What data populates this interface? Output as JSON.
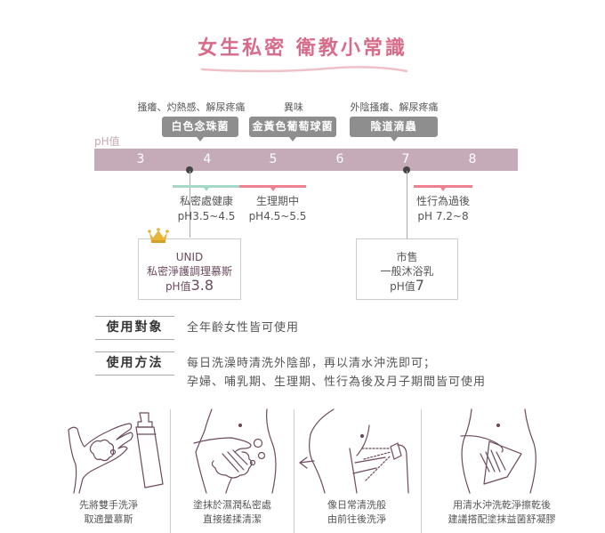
{
  "title": "女生私密 衛教小常識",
  "colors": {
    "title": "#d96b8a",
    "swoosh": "#f0c0c8",
    "bar": "#c4abb7",
    "tag_bg": "#8e8e8e",
    "healthy_range": "#a4d8c8",
    "pink_range": "#ee8090",
    "dot": "#444444",
    "ph_label": "#c8a8b4",
    "product_text": "#6b4a5e",
    "crown": "#e6b53a",
    "illustration": "#6d4a5e"
  },
  "ph_axis": {
    "label": "pH值",
    "ticks": [
      "3",
      "4",
      "5",
      "6",
      "7",
      "8"
    ]
  },
  "infections": [
    {
      "symptom": "搔癢、灼熱感、解尿疼痛",
      "name": "白色念珠菌"
    },
    {
      "symptom": "異味",
      "name": "金黃色葡萄球菌"
    },
    {
      "symptom": "外陰搔癢、解尿疼痛",
      "name": "陰道滴蟲"
    }
  ],
  "ranges": [
    {
      "label": "私密處健康",
      "value": "pH3.5~4.5"
    },
    {
      "label": "生理期中",
      "value": "pH4.5~5.5"
    },
    {
      "label": "性行為過後",
      "value": "pH 7.2~8"
    }
  ],
  "products": [
    {
      "brand": "UNID",
      "name": "私密淨護調理慕斯",
      "ph_prefix": "pH值",
      "ph_value": "3.8",
      "icon": "crown-icon"
    },
    {
      "brand": "市售",
      "name": "一般沐浴乳",
      "ph_prefix": "pH值",
      "ph_value": "7"
    }
  ],
  "usage": [
    {
      "heading": "使用對象",
      "lines": [
        "全年齡女性皆可使用"
      ]
    },
    {
      "heading": "使用方法",
      "lines": [
        "每日洗澡時清洗外陰部，再以清水沖洗即可；",
        "孕婦、哺乳期、生理期、性行為後及月子期間皆可使用"
      ]
    }
  ],
  "steps": [
    {
      "illustration": "hand-foam-bottle-icon",
      "lines": [
        "先將雙手洗淨",
        "取適量慕斯"
      ]
    },
    {
      "illustration": "hand-apply-foam-icon",
      "lines": [
        "塗抹於濕潤私密處",
        "直接搓揉清潔"
      ]
    },
    {
      "illustration": "shower-rinse-icon",
      "lines": [
        "像日常清洗般",
        "由前往後洗淨"
      ]
    },
    {
      "illustration": "towel-dry-icon",
      "lines": [
        "用清水沖洗乾淨擦乾後",
        "建議搭配塗抹益菌舒凝膠"
      ]
    }
  ]
}
